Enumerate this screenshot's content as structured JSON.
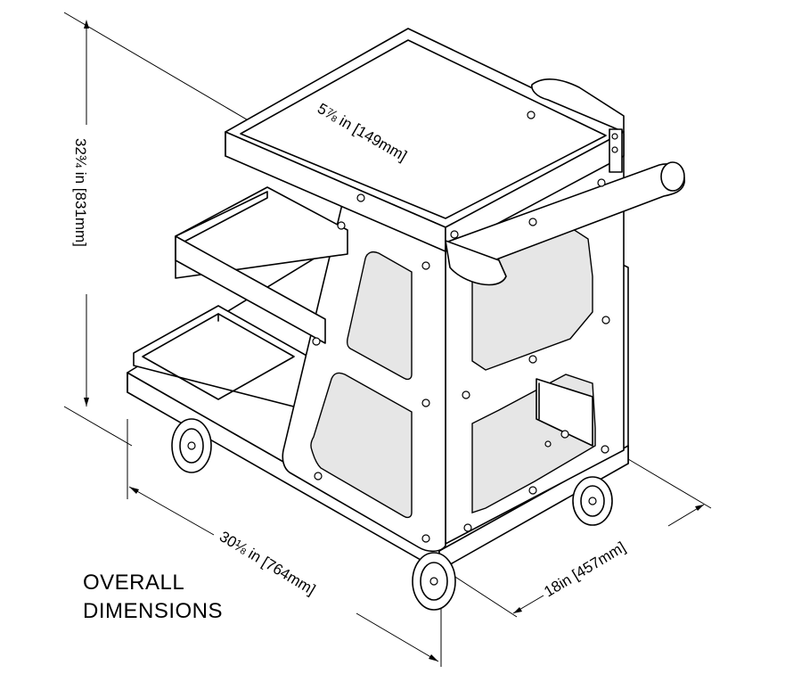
{
  "caption": {
    "line1": "OVERALL",
    "line2": "DIMENSIONS"
  },
  "dimensions": {
    "height": "32¾ in [831mm]",
    "length": "30⅛ in [764mm]",
    "width": "18in [457mm]",
    "tray_depth": "5⅞ in [149mm]"
  }
}
